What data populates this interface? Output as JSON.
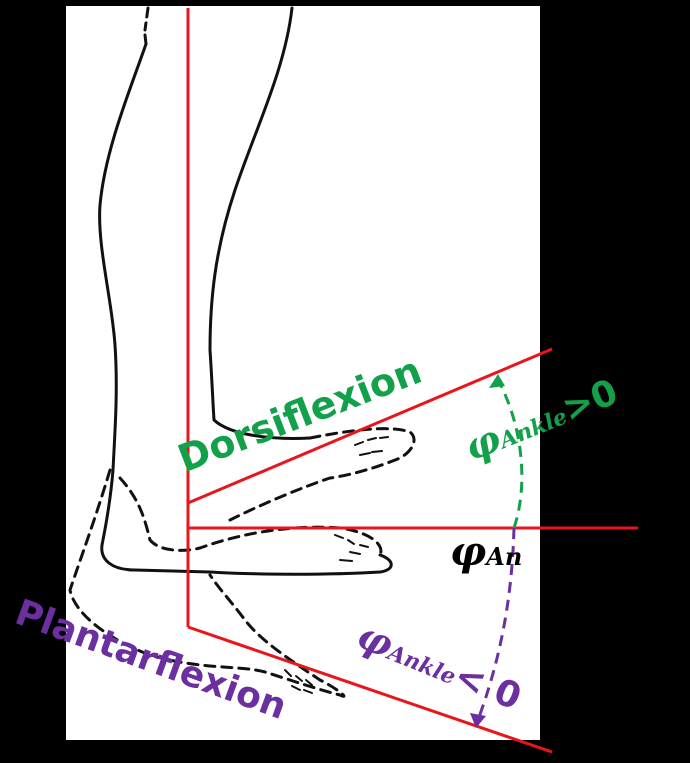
{
  "labels": {
    "dorsiflexion": "Dorsiflexion",
    "plantarflexion": "Plantarflexion",
    "phi_positive": {
      "symbol": "φ",
      "subscript": "Ankle",
      "relation": ">0"
    },
    "phi_neutral": {
      "symbol": "φ",
      "subscript": "An"
    },
    "phi_negative": {
      "symbol": "φ",
      "subscript": "Ankle",
      "relation": "< 0"
    }
  },
  "colors": {
    "dorsiflexion": "#12a14a",
    "plantarflexion": "#6b2fa0",
    "reference_lines": "#e8161c",
    "outline": "#111111",
    "frame": "#000000",
    "neutral_label": "#000000"
  }
}
